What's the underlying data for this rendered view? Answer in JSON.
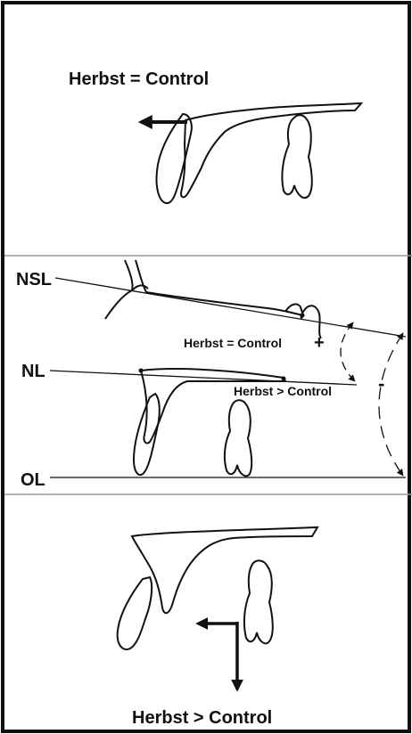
{
  "panels": {
    "top": {
      "caption": "Herbst = Control"
    },
    "middle": {
      "line_labels": {
        "nsl": "NSL",
        "nl": "NL",
        "ol": "OL"
      },
      "annotation_upper": "Herbst = Control",
      "annotation_upper_sign": "+",
      "annotation_lower": "Herbst > Control",
      "annotation_lower_sign": "-"
    },
    "bottom": {
      "caption": "Herbst > Control"
    }
  },
  "colors": {
    "ink": "#111111",
    "background": "#ffffff",
    "rule": "#999999"
  }
}
